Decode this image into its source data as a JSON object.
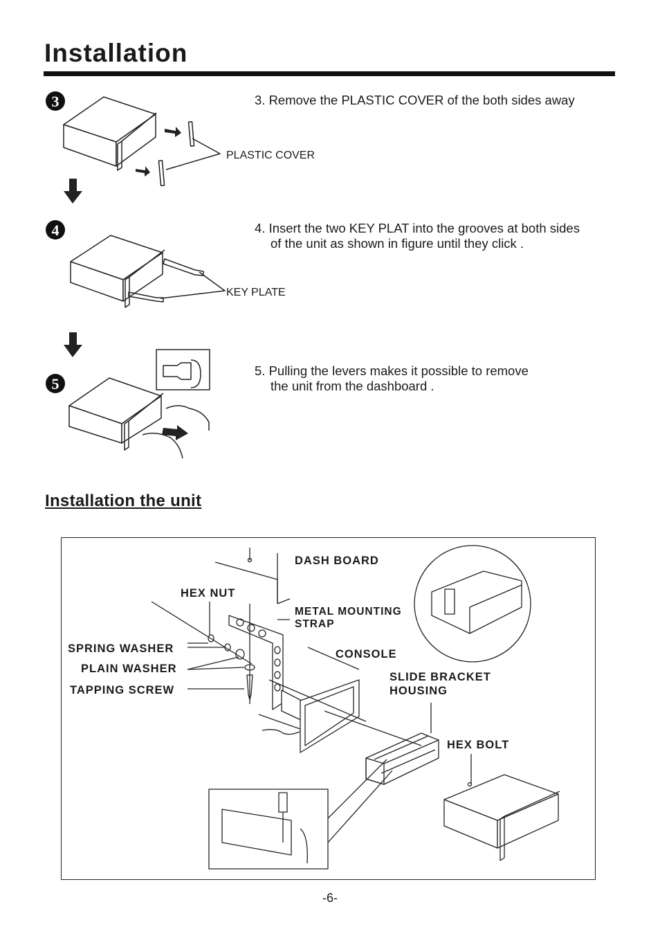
{
  "header": {
    "title": "Installation"
  },
  "steps": [
    {
      "number": "3",
      "line1": "3. Remove the PLASTIC COVER of the both sides away",
      "line2": "",
      "callout": "PLASTIC COVER"
    },
    {
      "number": "4",
      "line1": "4. Insert the two KEY PLAT into the grooves at both sides",
      "line2": "of the unit as shown in figure until they click .",
      "callout": "KEY PLATE"
    },
    {
      "number": "5",
      "line1": "5. Pulling the levers makes it possible to remove",
      "line2": "the unit from the dashboard .",
      "callout": ""
    }
  ],
  "section": {
    "title": "Installation the unit"
  },
  "parts": {
    "dash_board": "DASH BOARD",
    "hex_nut": "HEX NUT",
    "metal_strap_1": "METAL MOUNTING",
    "metal_strap_2": "STRAP",
    "spring_washer": "SPRING WASHER",
    "console": "CONSOLE",
    "plain_washer": "PLAIN WASHER",
    "slide_bracket_1": "SLIDE BRACKET",
    "slide_bracket_2": "HOUSING",
    "tapping_screw": "TAPPING SCREW",
    "hex_bolt": "HEX BOLT"
  },
  "footer": {
    "page_number": "-6-"
  }
}
